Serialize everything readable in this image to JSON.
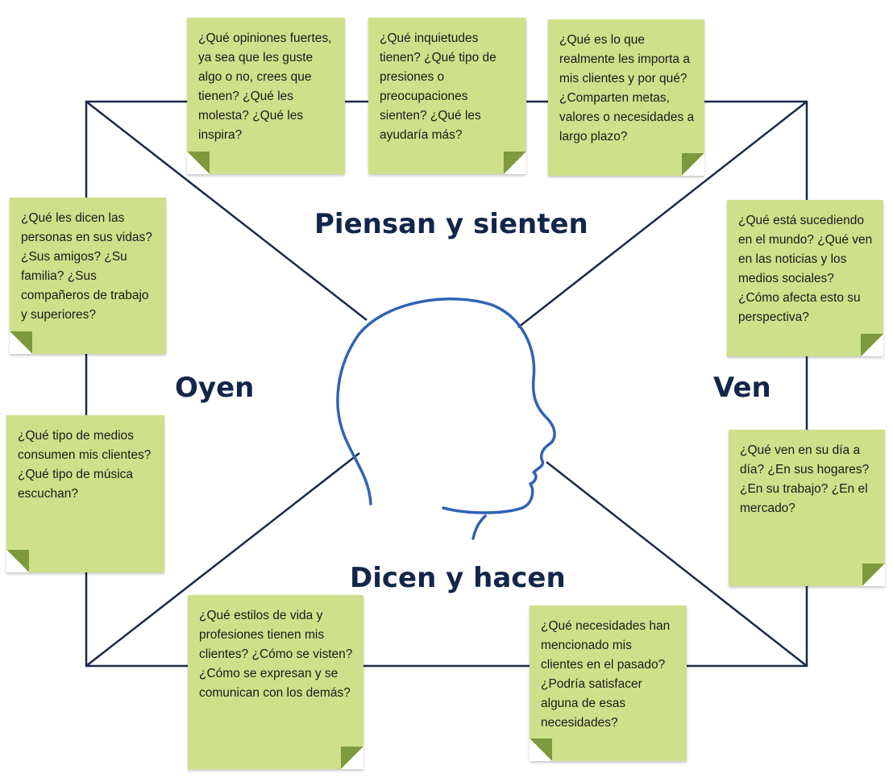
{
  "quadrants": {
    "top": "Piensan y sienten",
    "left": "Oyen",
    "right": "Ven",
    "bottom": "Dicen y hacen"
  },
  "notes": {
    "top_1": "¿Qué opiniones fuertes, ya sea que les guste algo o no, crees que tienen? ¿Qué les molesta? ¿Qué les inspira?",
    "top_2": "¿Qué inquietudes tienen? ¿Qué tipo de presiones o preocupaciones sienten? ¿Qué les ayudaría más?",
    "top_3": "¿Qué es lo que realmente les importa a mis clientes y por qué? ¿Comparten metas, valores o necesidades a largo plazo?",
    "left_1": "¿Qué les dicen las personas en sus vidas? ¿Sus amigos? ¿Su familia? ¿Sus compañeros de trabajo y superiores?",
    "left_2": "¿Qué tipo de medios consumen mis clientes? ¿Qué tipo de música escuchan?",
    "right_1": "¿Qué está sucediendo en el mundo? ¿Qué ven en las noticias y los medios sociales? ¿Cómo afecta esto su perspectiva?",
    "right_2": "¿Qué ven en su día a día? ¿En sus hogares? ¿En su trabajo? ¿En el mercado?",
    "bottom_1": "¿Qué estilos de vida y profesiones tienen mis clientes? ¿Cómo se visten? ¿Cómo se expresan y se comunican con los demás?",
    "bottom_2": "¿Qué necesidades han mencionado mis clientes en el pasado? ¿Podría satisfacer alguna de esas necesidades?"
  },
  "colors": {
    "line": "#1b2a47",
    "head": "#2f63b5",
    "note": "#cfe08a",
    "fold": "#7d9a3c",
    "label": "#13264a"
  },
  "icons": {
    "center": "head-profile-icon"
  }
}
